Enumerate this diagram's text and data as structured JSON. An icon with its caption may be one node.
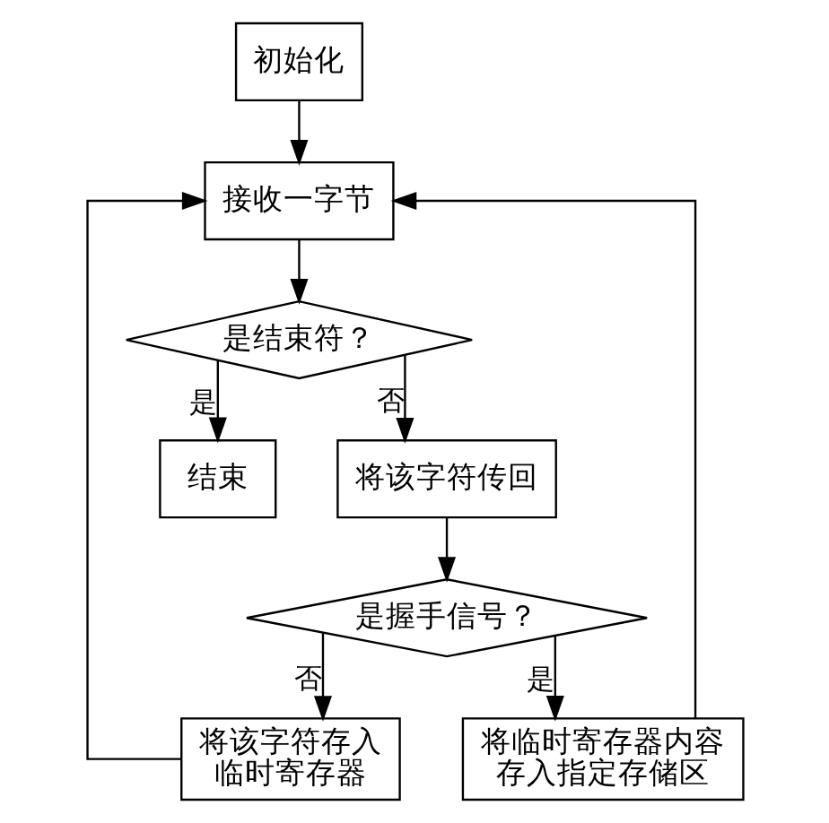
{
  "diagram": {
    "nodes": [
      {
        "text": [
          "初始化"
        ]
      },
      {
        "text": [
          "接收一字节"
        ]
      },
      {
        "text": [
          "是结束符？"
        ]
      },
      {
        "text": [
          "结束"
        ]
      },
      {
        "text": [
          "将该字符传回"
        ]
      },
      {
        "text": [
          "是握手信号？"
        ]
      },
      {
        "text": [
          "将该字符存入临时寄存器"
        ]
      },
      {
        "text": [
          "将临时寄存器内容存入指定存储区"
        ]
      }
    ],
    "edges": [
      {
        "from": 0,
        "to": 1,
        "arrow": "to"
      },
      {
        "from": 1,
        "to": 2,
        "arrow": "to"
      },
      {
        "from": 2,
        "to": 3,
        "arrow": "to",
        "label": "是"
      },
      {
        "from": 2,
        "to": 4,
        "arrow": "to",
        "label": "否"
      },
      {
        "from": 4,
        "to": 5,
        "arrow": "to"
      },
      {
        "from": 5,
        "to": 6,
        "arrow": "to",
        "label": "否"
      },
      {
        "from": 5,
        "to": 7,
        "arrow": "to",
        "label": "是"
      },
      {
        "from": 6,
        "to": 1,
        "arrow": "to"
      },
      {
        "from": 7,
        "to": 1,
        "arrow": "to"
      }
    ]
  }
}
